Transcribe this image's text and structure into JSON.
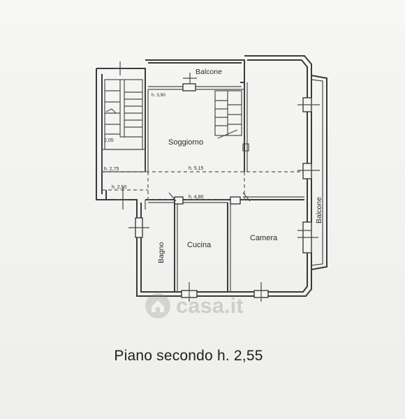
{
  "floor_plan": {
    "rooms": {
      "balcone_top": "Balcone",
      "soggiorno": "Soggiorno",
      "bagno": "Bagno",
      "cucina": "Cucina",
      "camera": "Camera",
      "balcone_right": "Balcone"
    },
    "heights": {
      "h390": "h. 3,90",
      "h205": "2,05",
      "h275": "h. 2,75",
      "h515": "h. 5,15",
      "h250": "h. 2,50",
      "h480": "h. 4,80"
    }
  },
  "watermark": {
    "text": "casa.it",
    "icon": "house-logo-icon"
  },
  "caption": "Piano secondo h. 2,55"
}
